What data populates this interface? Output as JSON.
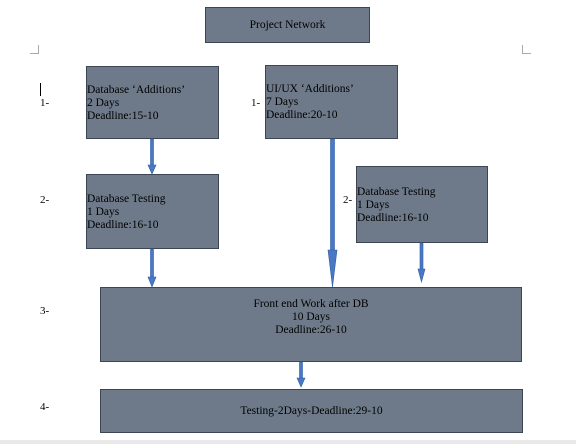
{
  "title": "Project Network",
  "colors": {
    "box_fill": "#6e7a8a",
    "box_border": "#3d4654",
    "arrow": "#4a78c2"
  },
  "row_numbers": [
    "1-",
    "1-",
    "2-",
    "2-",
    "3-",
    "4-"
  ],
  "boxes": {
    "db_additions": {
      "line1": "Database ‘Additions’",
      "line2": "2 Days",
      "line3": "Deadline:15-10"
    },
    "uiux_additions": {
      "line1": "UI/UX  ‘Additions’",
      "line2": "7 Days",
      "line3": "Deadline:20-10"
    },
    "db_testing_left": {
      "line1": "Database Testing",
      "line2": "1 Days",
      "line3": "Deadline:16-10"
    },
    "db_testing_right": {
      "line1": "Database Testing",
      "line2": "1 Days",
      "line3": "Deadline:16-10"
    },
    "frontend": {
      "line1": "Front end Work after DB",
      "line2": "10 Days",
      "line3": "Deadline:26-10"
    },
    "testing": {
      "line1": "Testing-2Days-Deadline:29-10"
    }
  }
}
